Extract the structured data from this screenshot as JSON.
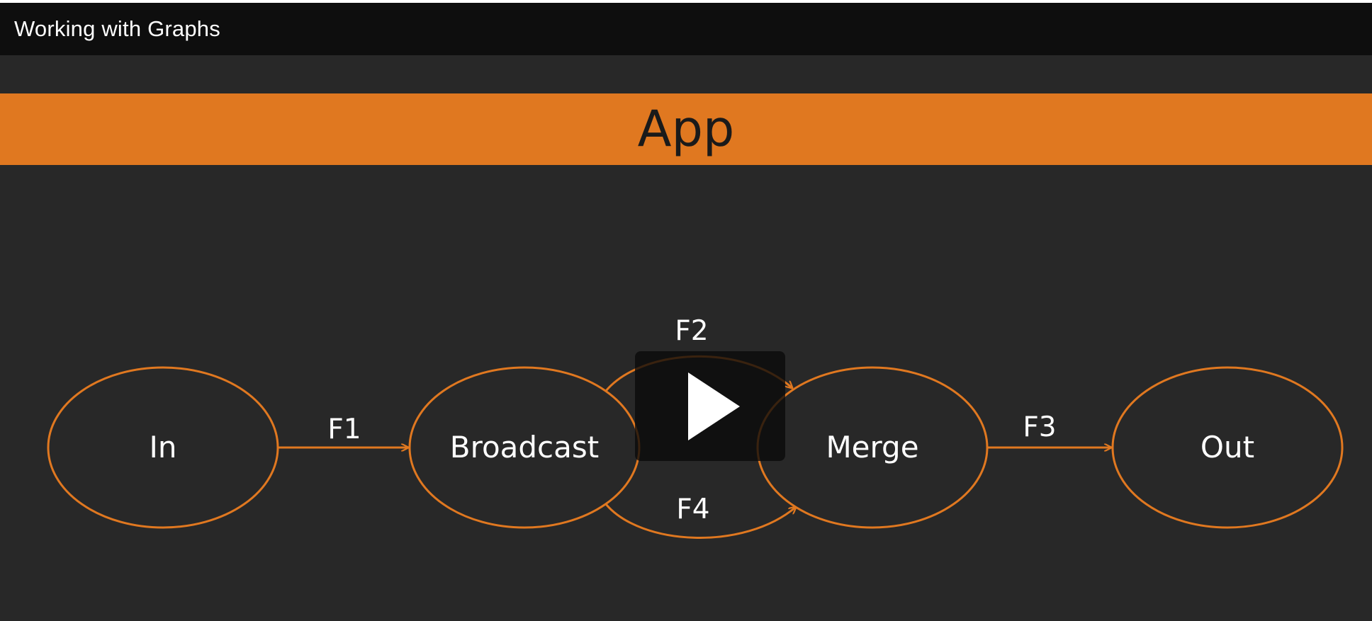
{
  "video": {
    "title": "Working with Graphs"
  },
  "slide": {
    "banner_text": "App",
    "nodes": [
      {
        "id": "in",
        "label": "In"
      },
      {
        "id": "broadcast",
        "label": "Broadcast"
      },
      {
        "id": "merge",
        "label": "Merge"
      },
      {
        "id": "out",
        "label": "Out"
      }
    ],
    "edges": [
      {
        "id": "f1",
        "label": "F1",
        "from": "In",
        "to": "Broadcast"
      },
      {
        "id": "f2",
        "label": "F2",
        "from": "Broadcast",
        "to": "Merge"
      },
      {
        "id": "f4",
        "label": "F4",
        "from": "Broadcast",
        "to": "Merge"
      },
      {
        "id": "f3",
        "label": "F3",
        "from": "Merge",
        "to": "Out"
      }
    ]
  },
  "controls": {
    "play_icon": "play-icon"
  },
  "colors": {
    "accent": "#e07820",
    "background": "#282828",
    "title_bar": "#0e0e0e",
    "text": "#ffffff"
  }
}
